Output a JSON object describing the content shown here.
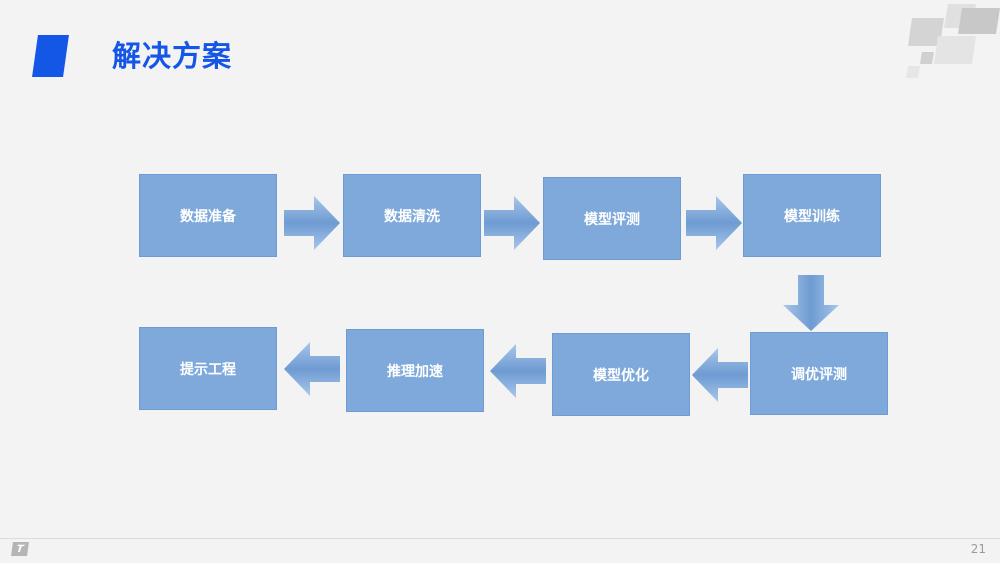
{
  "slide": {
    "title": "解决方案",
    "page_number": "21",
    "footer_logo": "T"
  },
  "flow": {
    "row1": [
      "数据准备",
      "数据清洗",
      "模型评测",
      "模型训练"
    ],
    "row2": [
      "提示工程",
      "推理加速",
      "模型优化",
      "调优评测"
    ]
  },
  "colors": {
    "accent": "#1456e6",
    "box_fill": "#7ea9da",
    "arrow_fill": "#6e9bd2"
  }
}
